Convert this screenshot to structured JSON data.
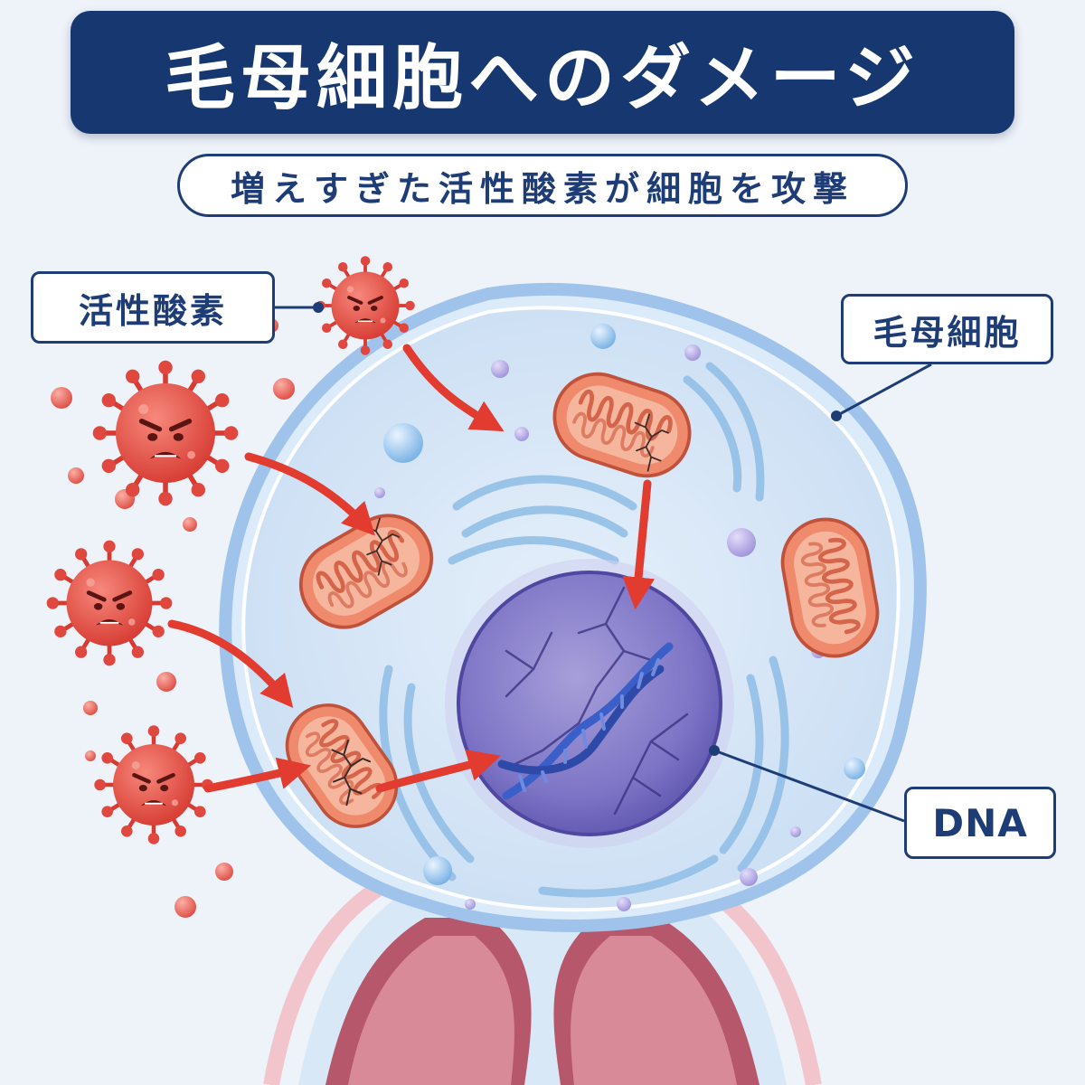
{
  "title": "毛母細胞へのダメージ",
  "subtitle": "増えすぎた活性酸素が細胞を攻撃",
  "labels": {
    "ros": "活性酸素",
    "hair_cell": "毛母細胞",
    "dna": "DNA"
  },
  "colors": {
    "title_bg": "#16376f",
    "label_border": "#1e3d77",
    "ros_red": "#e0473e",
    "arrow_red": "#e23b30",
    "mitochondria": "#ef8a6c",
    "nucleus": "#7d74c6",
    "dna_blue": "#3a5fc9",
    "cytoplasm": "#d9e8f7"
  }
}
